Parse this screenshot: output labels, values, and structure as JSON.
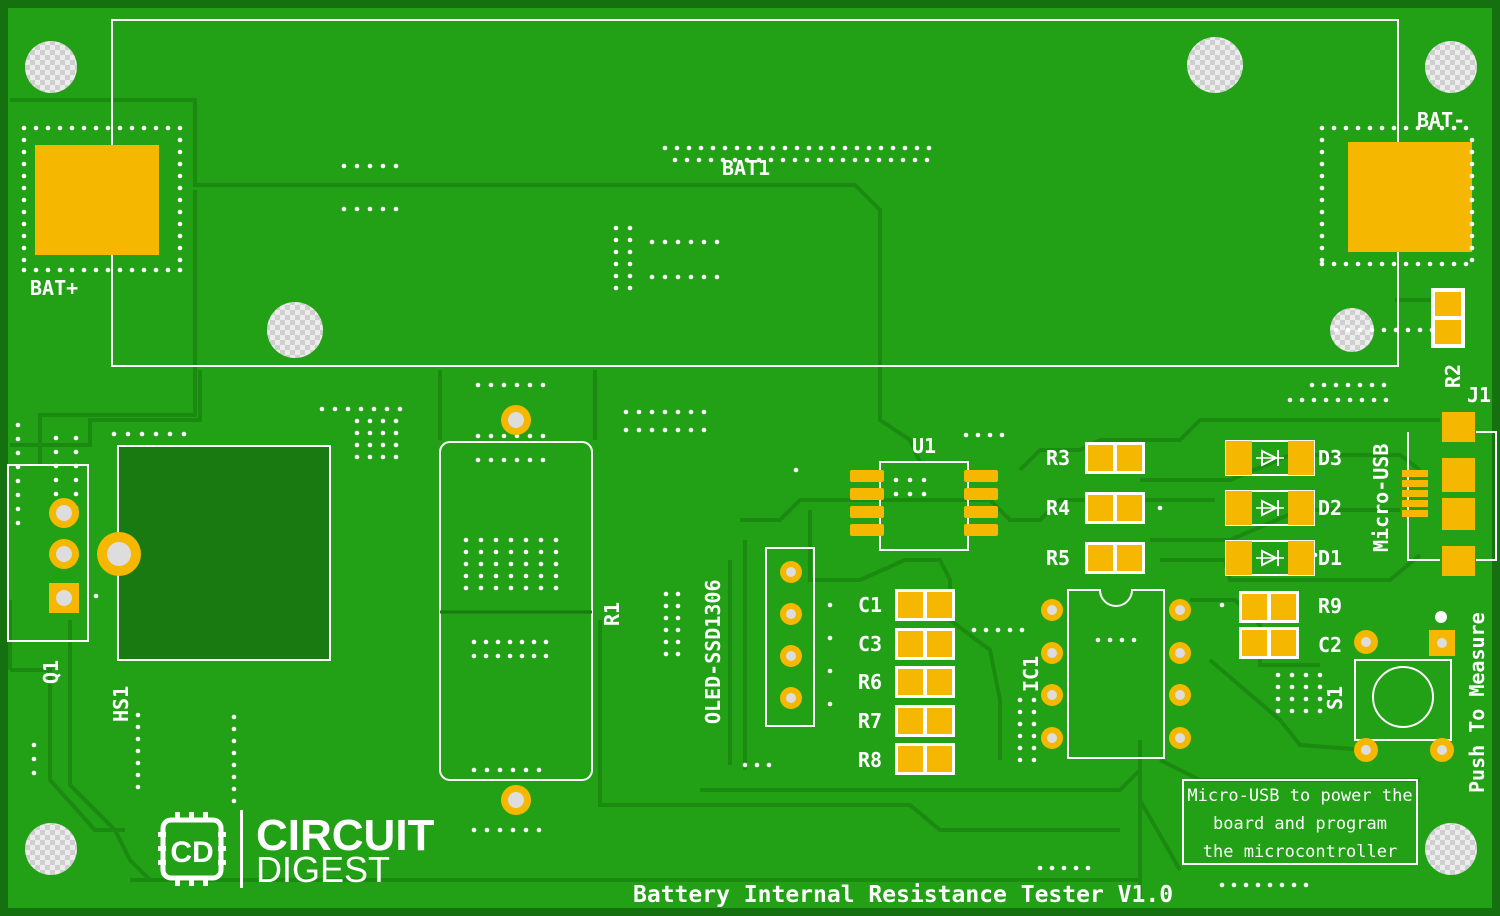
{
  "board": {
    "title": "Battery Internal Resistance Tester V1.0",
    "colors": {
      "board": "#1f8f14",
      "copper_fill": "#23a016",
      "trace": "#1b8512",
      "pad": "#f5b700",
      "silkscreen": "#ffffff"
    }
  },
  "labels": {
    "bat_plus": "BAT+",
    "bat_minus": "BAT-",
    "bat1": "BAT1",
    "u1": "U1",
    "r1": "R1",
    "r2": "R2",
    "r3": "R3",
    "r4": "R4",
    "r5": "R5",
    "r6": "R6",
    "r7": "R7",
    "r8": "R8",
    "r9": "R9",
    "c1": "C1",
    "c2": "C2",
    "c3": "C3",
    "d1": "D1",
    "d2": "D2",
    "d3": "D3",
    "j1": "J1",
    "q1": "Q1",
    "hs1": "HS1",
    "ic1": "IC1",
    "s1": "S1",
    "oled": "OLED-SSD1306",
    "micro_usb": "Micro-USB",
    "push_to_measure": "Push To Measure"
  },
  "note": {
    "line1": "Micro-USB to power the",
    "line2": "board and program",
    "line3": "the microcontroller"
  },
  "logo": {
    "line1": "CIRCUIT",
    "line2": "DIGEST"
  }
}
